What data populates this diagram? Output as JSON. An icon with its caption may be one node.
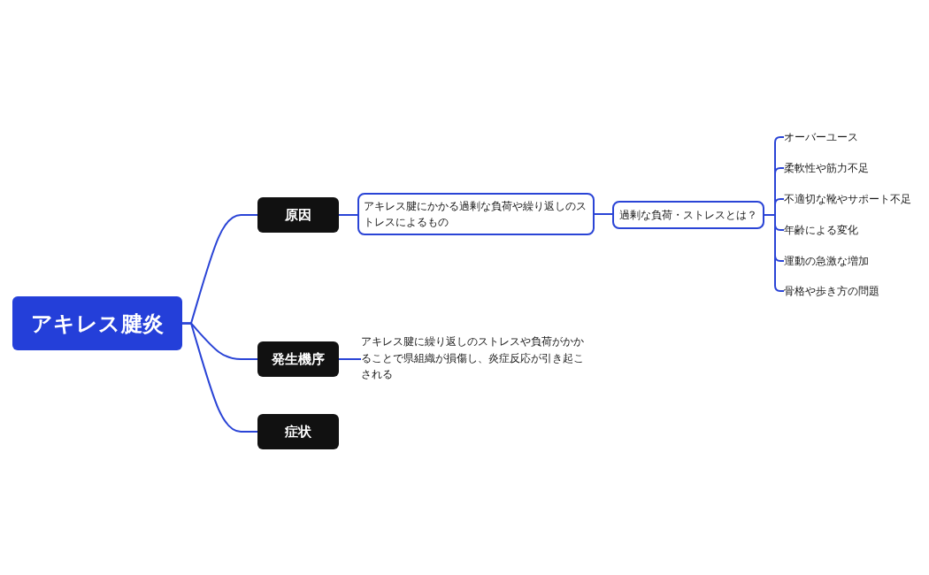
{
  "diagram": {
    "nodes": [
      {
        "text": [
          "アキレス腱炎"
        ]
      },
      {
        "text": [
          "原因"
        ]
      },
      {
        "text": [
          "アキレス腱にかかる過剰な負荷や繰り返しのストレスによるもの"
        ]
      },
      {
        "text": [
          "過剰な負荷・ストレスとは？"
        ]
      },
      {
        "text": [
          "オーバーユース"
        ]
      },
      {
        "text": [
          "柔軟性や筋力不足"
        ]
      },
      {
        "text": [
          "不適切な靴やサポート不足"
        ]
      },
      {
        "text": [
          "年齢による変化"
        ]
      },
      {
        "text": [
          "運動の急激な増加"
        ]
      },
      {
        "text": [
          "骨格や歩き方の問題"
        ]
      },
      {
        "text": [
          "発生機序"
        ]
      },
      {
        "text": [
          "アキレス腱に繰り返しのストレスや負荷がかかることで県組織が損傷し、炎症反応が引き起こされる"
        ]
      },
      {
        "text": [
          "症状"
        ]
      }
    ],
    "edges": [
      {
        "from": 0,
        "to": 1,
        "arrow": "none"
      },
      {
        "from": 1,
        "to": 2,
        "arrow": "none"
      },
      {
        "from": 2,
        "to": 3,
        "arrow": "none"
      },
      {
        "from": 3,
        "to": 4,
        "arrow": "none"
      },
      {
        "from": 3,
        "to": 5,
        "arrow": "none"
      },
      {
        "from": 3,
        "to": 6,
        "arrow": "none"
      },
      {
        "from": 3,
        "to": 7,
        "arrow": "none"
      },
      {
        "from": 3,
        "to": 8,
        "arrow": "none"
      },
      {
        "from": 3,
        "to": 9,
        "arrow": "none"
      },
      {
        "from": 0,
        "to": 10,
        "arrow": "none"
      },
      {
        "from": 10,
        "to": 11,
        "arrow": "none"
      },
      {
        "from": 0,
        "to": 12,
        "arrow": "none"
      }
    ]
  }
}
